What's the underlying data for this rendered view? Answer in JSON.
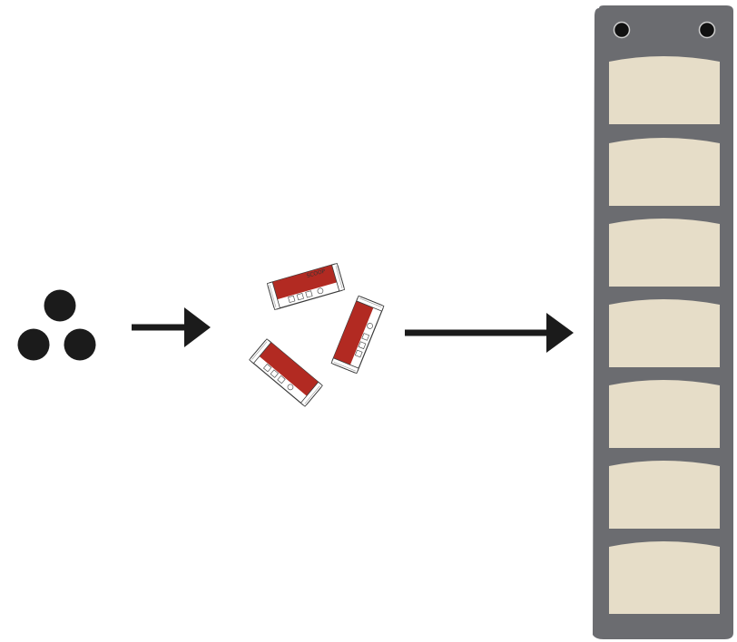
{
  "colors": {
    "background": "#ffffff",
    "dots": "#1b1b1b",
    "arrow": "#1b1b1b",
    "packet_fill": "#b22a22",
    "packet_border": "#3a3a3a",
    "packet_paper": "#ffffff",
    "organizer_frame": "#6b6c70",
    "organizer_pocket": "#e6ddc8",
    "organizer_hole": "#111111"
  },
  "diagram": {
    "stage_1": {
      "icon": "three-dots-icon",
      "dot_count": 3
    },
    "connector_1": {
      "icon": "arrow-right-icon"
    },
    "stage_2": {
      "icon": "food-packet-icon",
      "packet_count": 3,
      "packet_brand": "SCOOP"
    },
    "connector_2": {
      "icon": "arrow-right-icon"
    },
    "stage_3": {
      "icon": "hanging-pocket-organizer-icon",
      "pocket_count": 7,
      "hole_count": 2
    }
  }
}
